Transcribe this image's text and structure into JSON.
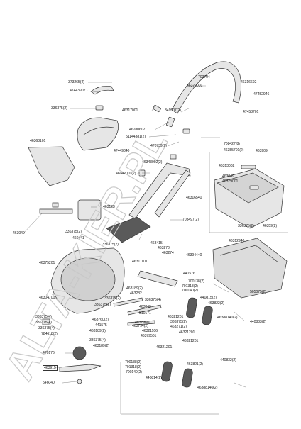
{
  "watermark": "ALTA-KIER.PL",
  "colors": {
    "line": "#333333",
    "part_fill": "#e6e6e6",
    "part_dark": "#5a5a5a",
    "watermark": "#c8c8c8"
  },
  "labels": {
    "p373265": "373265(4)",
    "p47443902": "47443902",
    "p336375a": "336375(2)",
    "p46363101": "46363101",
    "p47449840": "47449840",
    "p703704": "703704",
    "p46370001": "46370001",
    "p46316692": "46316692",
    "p47452946": "47452946",
    "p46317001": "46317001",
    "p349507": "349507(2)",
    "p47458701": "47458701",
    "p46280602": "46280602",
    "p51144381": "51144381(2)",
    "p708427": "708427(8)",
    "p470739": "470739(2)",
    "p46355701": "46355701(2)",
    "p463909": "463909",
    "p46343092": "46343092(2)",
    "p46313002": "46313002",
    "p46042001": "46042001(2)",
    "p463049a": "463049",
    "p46379001": "46379001",
    "p46316540": "46316540",
    "p463123": "463123",
    "p463049b": "463049",
    "p703497": "703497(2)",
    "p336375b": "336375(2)",
    "p460441": "460441",
    "p336375c": "336375(2)",
    "p46359": "46359(2)",
    "p336375d": "336375(2)",
    "p463415": "463415",
    "p463278": "463278",
    "p463274": "463274",
    "p46394440": "46394440",
    "p46312940": "46312940",
    "p46311101": "46311101",
    "p46375201": "46375201",
    "p441576": "441576",
    "p700138": "700138(2)",
    "p701318": "701318(2)",
    "p700140": "700140(2)",
    "p463189a": "463189(2)",
    "p463282": "463282",
    "p46304701": "46304701",
    "p505075": "505075(2)",
    "p336375e": "336375(2)",
    "p336375f": "336375(4)",
    "p440815": "440815(2)",
    "p463822": "463822(2)",
    "p46388140a": "46388140(2)",
    "p440833": "440833(2)",
    "p336375g": "336375(2)",
    "p463840": "463840",
    "p510171": "510171",
    "p336375h": "336375(4)",
    "p336375i": "336375(4)",
    "p336375j": "336375(4)",
    "p784618": "784618(2)",
    "p463760": "463760(2)",
    "p46321201a": "46321201",
    "p46379801": "46379801",
    "p336375k": "336375(2)",
    "p463794": "463794(2)",
    "p463271": "463271(2)",
    "p441575": "441575",
    "p463189b": "463189(2)",
    "p46321106": "46321106",
    "p46321201b": "46321201",
    "p46379501": "46379501",
    "p46321201c": "46321201",
    "p336375l": "336375(4)",
    "p463189c": "463189(2)",
    "p46321201d": "46321201",
    "p470176": "470176",
    "p700138b": "700138(2)",
    "p701318b": "701318(2)",
    "p700140b": "700140(2)",
    "p463821": "463821(2)",
    "p440832": "440832(2)",
    "p463915": "463915",
    "p440814": "440814(2)",
    "p46388140b": "46388140(2)",
    "p546040": "546040"
  }
}
